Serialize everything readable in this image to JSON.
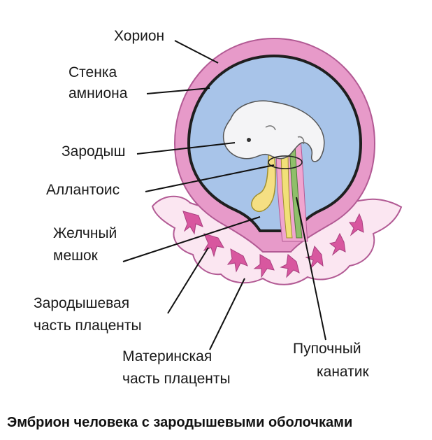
{
  "labels": {
    "chorion": "Хорион",
    "amnion_wall_1": "Стенка",
    "amnion_wall_2": "амниона",
    "embryo": "Зародыш",
    "allantois": "Аллантоис",
    "yolk_sac_1": "Желчный",
    "yolk_sac_2": "мешок",
    "fetal_placenta_1": "Зародышевая",
    "fetal_placenta_2": "часть плаценты",
    "maternal_placenta_1": "Материнская",
    "maternal_placenta_2": "часть плаценты",
    "umbilical_cord_1": "Пупочный",
    "umbilical_cord_2": "канатик"
  },
  "caption": "Эмбрион человека с зародышевыми оболочками",
  "colors": {
    "chorion": "#e79ac9",
    "chorion_stroke": "#b25a94",
    "amnion_wall": "#1f1f1f",
    "amniotic_cavity": "#a8c4e9",
    "embryo": "#f4f4f6",
    "yolk_sac": "#f5df83",
    "umbilical_yellow": "#f1e078",
    "umbilical_green": "#8fbf6a",
    "placenta_maternal": "#fbe6f1",
    "placenta_fetal": "#d8579f"
  }
}
